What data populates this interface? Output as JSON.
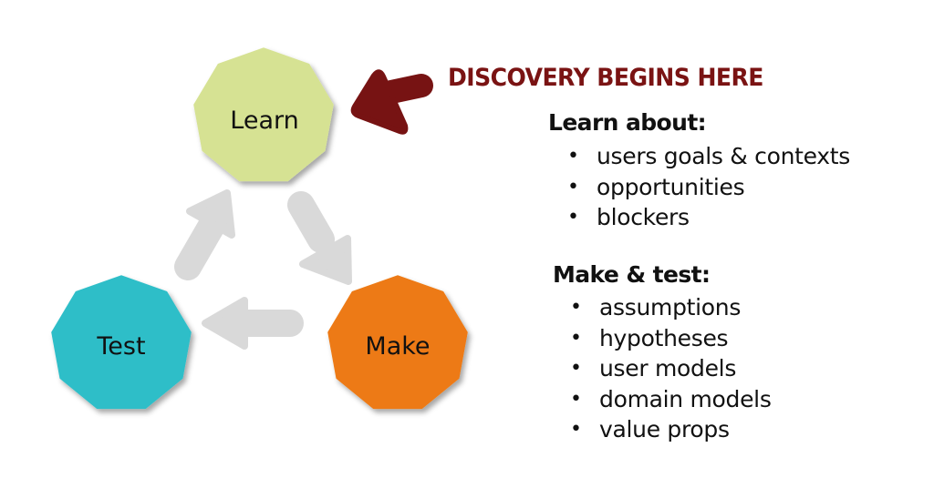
{
  "diagram": {
    "nodes": [
      {
        "id": "learn",
        "label": "Learn",
        "color": "#d6e293"
      },
      {
        "id": "make",
        "label": "Make",
        "color": "#ed7a12"
      },
      {
        "id": "test",
        "label": "Test",
        "color": "#2ebec8"
      }
    ],
    "cycle_arrow_color": "#d9d9d9",
    "pointer_arrow_color": "#771313"
  },
  "headline": "DISCOVERY BEGINS HERE",
  "learn_section": {
    "title": "Learn about:",
    "items": [
      "users goals & contexts",
      "opportunities",
      "blockers"
    ]
  },
  "make_test_section": {
    "title": "Make & test:",
    "items": [
      "assumptions",
      "hypotheses",
      "user models",
      "domain models",
      "value props"
    ]
  },
  "bullet_glyph": "•"
}
